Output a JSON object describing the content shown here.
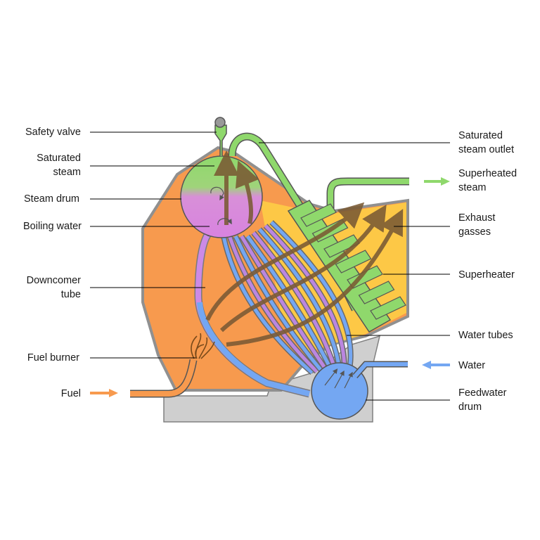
{
  "labels": {
    "safety_valve": [
      "Safety valve"
    ],
    "saturated_steam": [
      "Saturated",
      "steam"
    ],
    "steam_drum": [
      "Steam drum"
    ],
    "boiling_water": [
      "Boiling water"
    ],
    "downcomer_tube": [
      "Downcomer",
      "tube"
    ],
    "fuel_burner": [
      "Fuel burner"
    ],
    "fuel": [
      "Fuel"
    ],
    "saturated_steam_outlet": [
      "Saturated",
      "steam outlet"
    ],
    "superheated_steam": [
      "Superheated",
      "steam"
    ],
    "exhaust_gasses": [
      "Exhaust",
      "gasses"
    ],
    "superheater": [
      "Superheater"
    ],
    "water_tubes": [
      "Water tubes"
    ],
    "water": [
      "Water"
    ],
    "feedwater_drum": [
      "Feedwater",
      "drum"
    ]
  },
  "colors": {
    "furnace": "#f79a4e",
    "furnace_outline": "#909090",
    "exhaust_zone": "#fdc846",
    "base": "#cfcfcf",
    "steam": "#8fd86c",
    "boiling_water": "#d883e0",
    "water": "#74a7f2",
    "riser_tube": "#bb86e0",
    "flow_arrow": "#7a5a34",
    "fuel": "#f79a4e"
  }
}
